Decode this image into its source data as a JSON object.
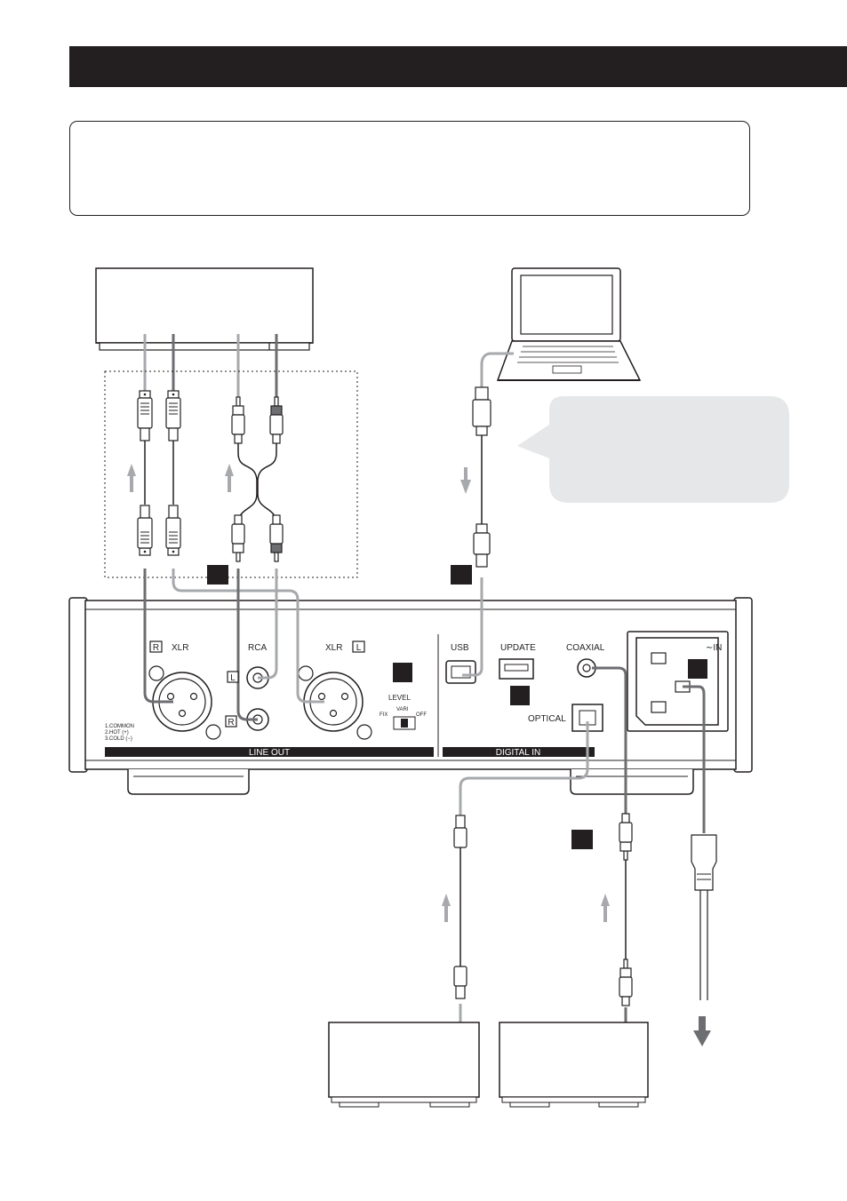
{
  "panel": {
    "line_out": {
      "xlr_r_badge": "R",
      "xlr_r_label": "XLR",
      "rca_label": "RCA",
      "rca_l_badge": "L",
      "rca_r_badge": "R",
      "xlr_l_label": "XLR",
      "xlr_l_badge": "L",
      "pin_1": "1.COMMON",
      "pin_2": "2.HOT (+)",
      "pin_3": "3.COLD (−)",
      "level_label": "LEVEL",
      "level_vari": "VARI",
      "level_fix": "FIX",
      "level_off": "OFF",
      "section_label": "LINE OUT"
    },
    "digital_in": {
      "usb_label": "USB",
      "update_label": "UPDATE",
      "coaxial_label": "COAXIAL",
      "optical_label": "OPTICAL",
      "section_label": "DIGITAL IN"
    },
    "power": {
      "ac_in_label": "∼IN"
    }
  },
  "colors": {
    "dark_cable": "#6d6e71",
    "light_cable": "#a7a9ac",
    "ink": "#231f20",
    "callout": "#e6e7e8"
  },
  "icons": [
    "laptop-icon",
    "xlr-connector-icon",
    "rca-connector-icon",
    "usb-connector-icon",
    "optical-connector-icon",
    "iec-plug-icon",
    "signal-arrow-icon"
  ]
}
